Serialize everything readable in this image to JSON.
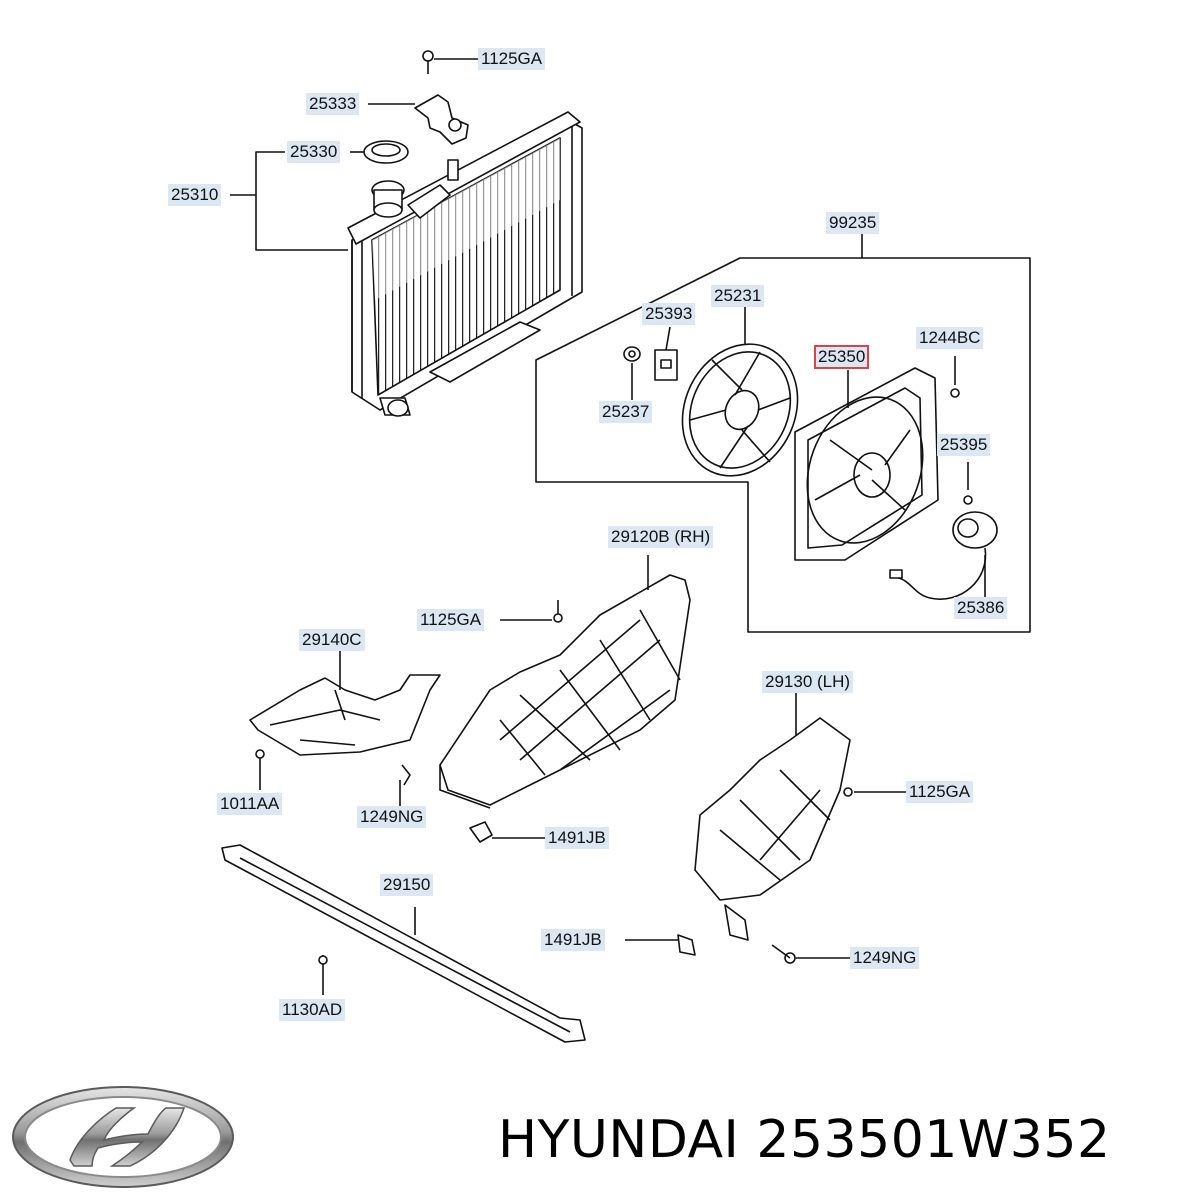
{
  "labels": {
    "p1125GA_top": "1125GA",
    "p25333": "25333",
    "p25330": "25330",
    "p25310": "25310",
    "p99235": "99235",
    "p25231": "25231",
    "p25393": "25393",
    "p25350": "25350",
    "p1244BC": "1244BC",
    "p25237": "25237",
    "p25395": "25395",
    "p25386": "25386",
    "p29120B": "29120B (RH)",
    "p1125GA_mid": "1125GA",
    "p29140C": "29140C",
    "p29130": "29130 (LH)",
    "p1125GA_right": "1125GA",
    "p1011AA": "1011AA",
    "p1249NG_left": "1249NG",
    "p1491JB_top": "1491JB",
    "p29150": "29150",
    "p1491JB_bottom": "1491JB",
    "p1249NG_right": "1249NG",
    "p1130AD": "1130AD"
  },
  "highlighted_part": "25350",
  "caption": {
    "brand": "HYUNDAI",
    "part_number": "253501W352"
  },
  "colors": {
    "label_bg": "#dbe7f2",
    "highlight_border": "#d9434b",
    "line": "#111111"
  },
  "icons": [
    "hyundai-logo-icon"
  ]
}
